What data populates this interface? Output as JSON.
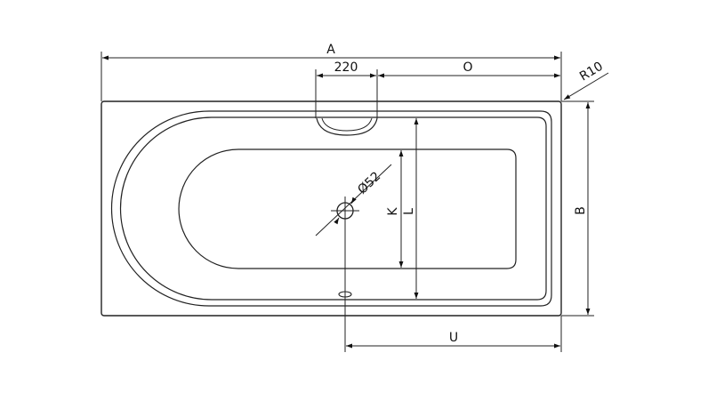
{
  "labels": {
    "a": "A",
    "b": "B",
    "o": "O",
    "u": "U",
    "k": "K",
    "l": "L",
    "width_220": "220",
    "radius": "R10",
    "diameter": "Ø52"
  }
}
